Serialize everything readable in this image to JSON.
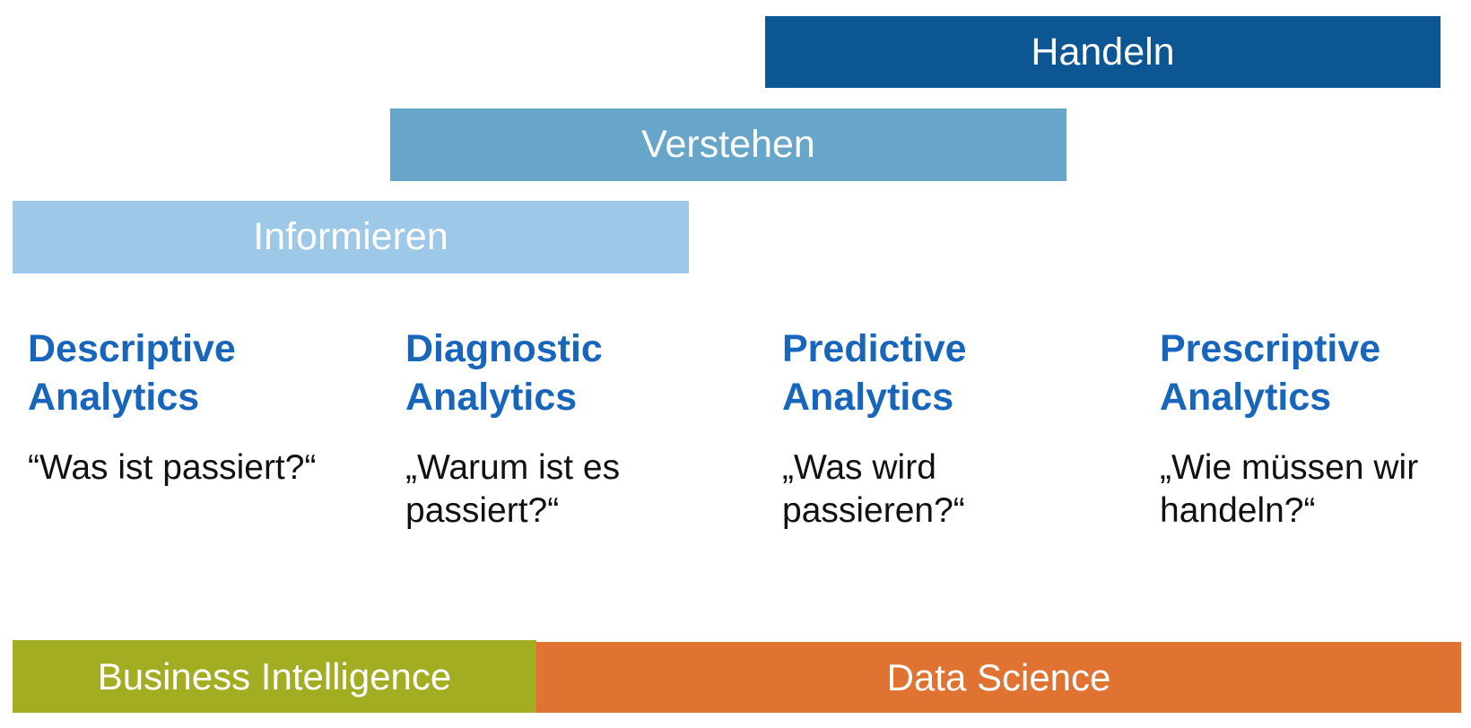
{
  "levels": {
    "handeln": "Handeln",
    "verstehen": "Verstehen",
    "informieren": "Informieren"
  },
  "columns": [
    {
      "heading_line1": "Descriptive",
      "heading_line2": "Analytics",
      "question": "“Was ist passiert?“"
    },
    {
      "heading_line1": "Diagnostic",
      "heading_line2": "Analytics",
      "question": "„Warum ist es\npassiert?“"
    },
    {
      "heading_line1": "Predictive",
      "heading_line2": "Analytics",
      "question": "„Was wird\npassieren?“"
    },
    {
      "heading_line1": "Prescriptive",
      "heading_line2": "Analytics",
      "question": "„Wie müssen wir\nhandeln?“"
    }
  ],
  "domains": {
    "business_intelligence": "Business Intelligence",
    "data_science": "Data Science"
  },
  "colors": {
    "handeln": "#0d5694",
    "verstehen": "#67a5c9",
    "informieren": "#9dc8e7",
    "heading_text": "#1766bb",
    "business_intelligence": "#a2ad22",
    "data_science": "#e07232"
  }
}
